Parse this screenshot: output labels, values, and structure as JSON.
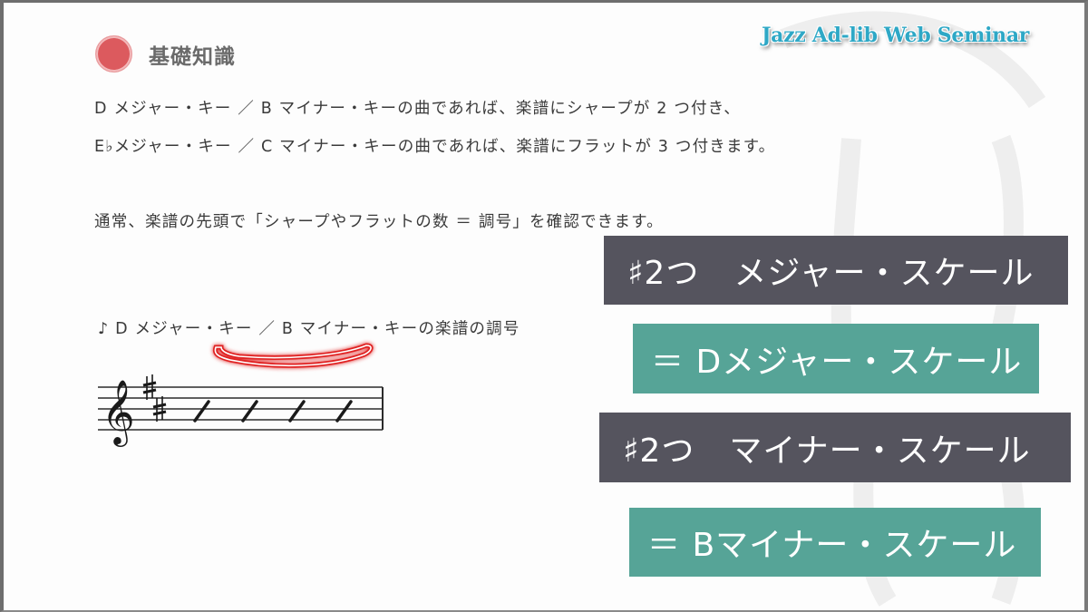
{
  "header": {
    "section_title": "基礎知識",
    "brand": "Jazz Ad-lib Web Seminar"
  },
  "body": {
    "paragraph_lines": [
      "D メジャー・キー ／ B マイナー・キーの曲であれば、楽譜にシャープが 2 つ付き、",
      "E♭メジャー・キー ／ C マイナー・キーの曲であれば、楽譜にフラットが 3 つ付きます。"
    ],
    "note_line": "通常、楽譜の先頭で「シャープやフラットの数 ＝ 調号」を確認できます。",
    "staff_caption": "♪ D メジャー・キー ／ B マイナー・キーの楽譜の調号"
  },
  "staff": {
    "clef": "treble",
    "key_signature": "2 sharps",
    "slashes": 4
  },
  "boxes": [
    {
      "prefix": "♯2つ",
      "label": "メジャー・スケール",
      "style": "dark"
    },
    {
      "prefix": "",
      "label": "＝ Dメジャー・スケール",
      "style": "teal"
    },
    {
      "prefix": "♯2つ",
      "label": "マイナー・スケール",
      "style": "dark"
    },
    {
      "prefix": "",
      "label": "＝ Bマイナー・スケール",
      "style": "teal"
    }
  ],
  "colors": {
    "accent_red": "#dc5a5e",
    "dark_box": "#55545e",
    "teal_box": "#56a497",
    "brand": "#2ea8c6",
    "highlight": "#e02020"
  }
}
